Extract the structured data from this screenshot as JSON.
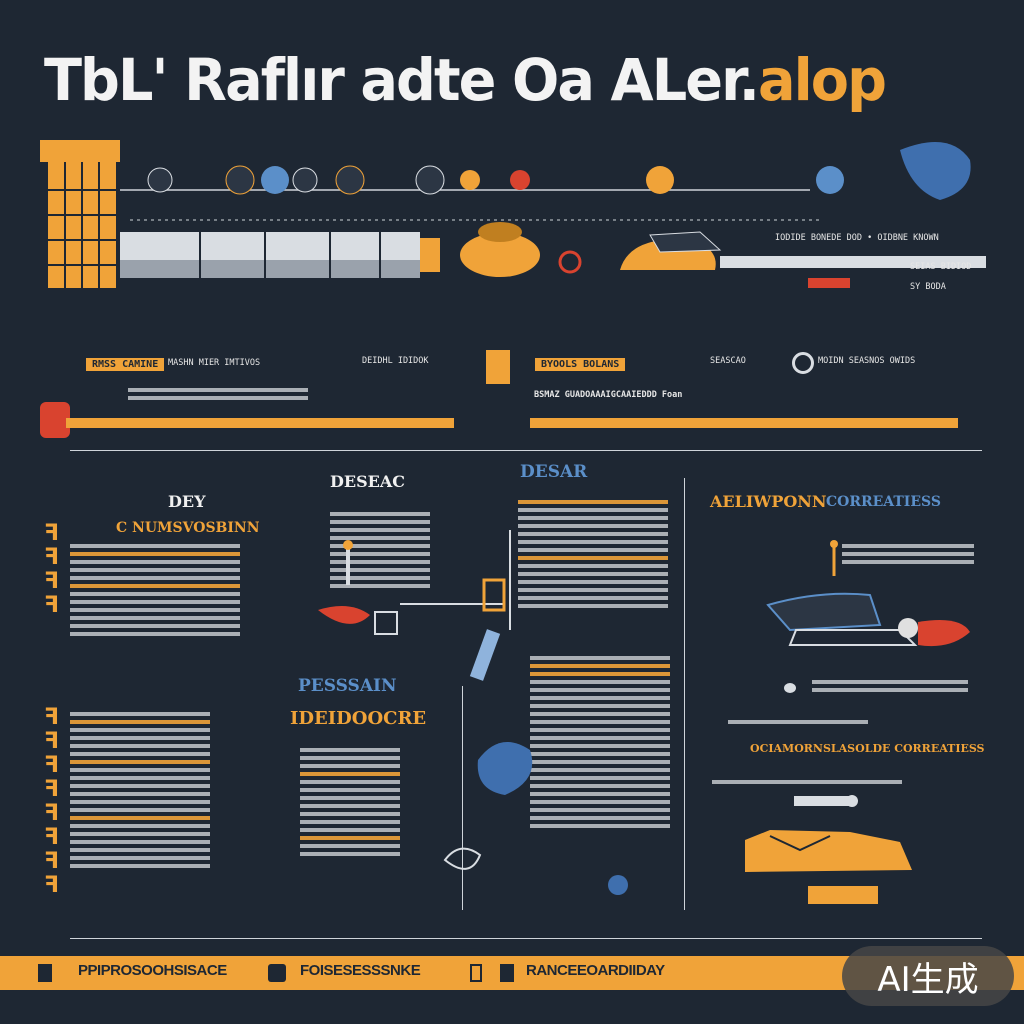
{
  "title_main": "TbL' Raflır adte Oa  ALer.",
  "title_accent": "alop",
  "banner": {
    "text_right_1": "IODIDE BONEDE DOD • OIDBNE KNOWN",
    "text_right_2": "SEIAS BIDIOD",
    "text_right_3": "SY BODA"
  },
  "row2": {
    "tag1": "RMSS CAMINE",
    "label1": "MASHN  MIER IMTIVOS",
    "label2": "DEIDHL IDIDOK",
    "tag2": "BYOOLS BOLANS",
    "label3": "SEASCAO",
    "label4": "MOIDN SEASNOS OWIDS",
    "long_text": "BSMAZ GUADOAAAIGCAAIEDDD Foan"
  },
  "sections": {
    "left_heading": "DEY",
    "left_sub": "C NUMSVOSBINN",
    "center_heading_1": "DESEAC",
    "center_heading_2": "DESAR",
    "right_heading_1": "AELIWPONN",
    "right_heading_2": "CORREATIESS",
    "center_heading_3": "PESSSAIN",
    "center_heading_4": "IDEIDOOCRE",
    "right_heading_3": "OCIAMORNSLASOLDE CORREATIESS"
  },
  "footer": {
    "item1": "PPIPROSOOHSISACE",
    "item2": "FOISESESSSNKE",
    "item3": "RANCEEOARDIIDAY"
  },
  "badge": "AI生成",
  "colors": {
    "background": "#1e2733",
    "accent": "#f0a339",
    "blue": "#5b8fc9",
    "red": "#d9432f"
  }
}
